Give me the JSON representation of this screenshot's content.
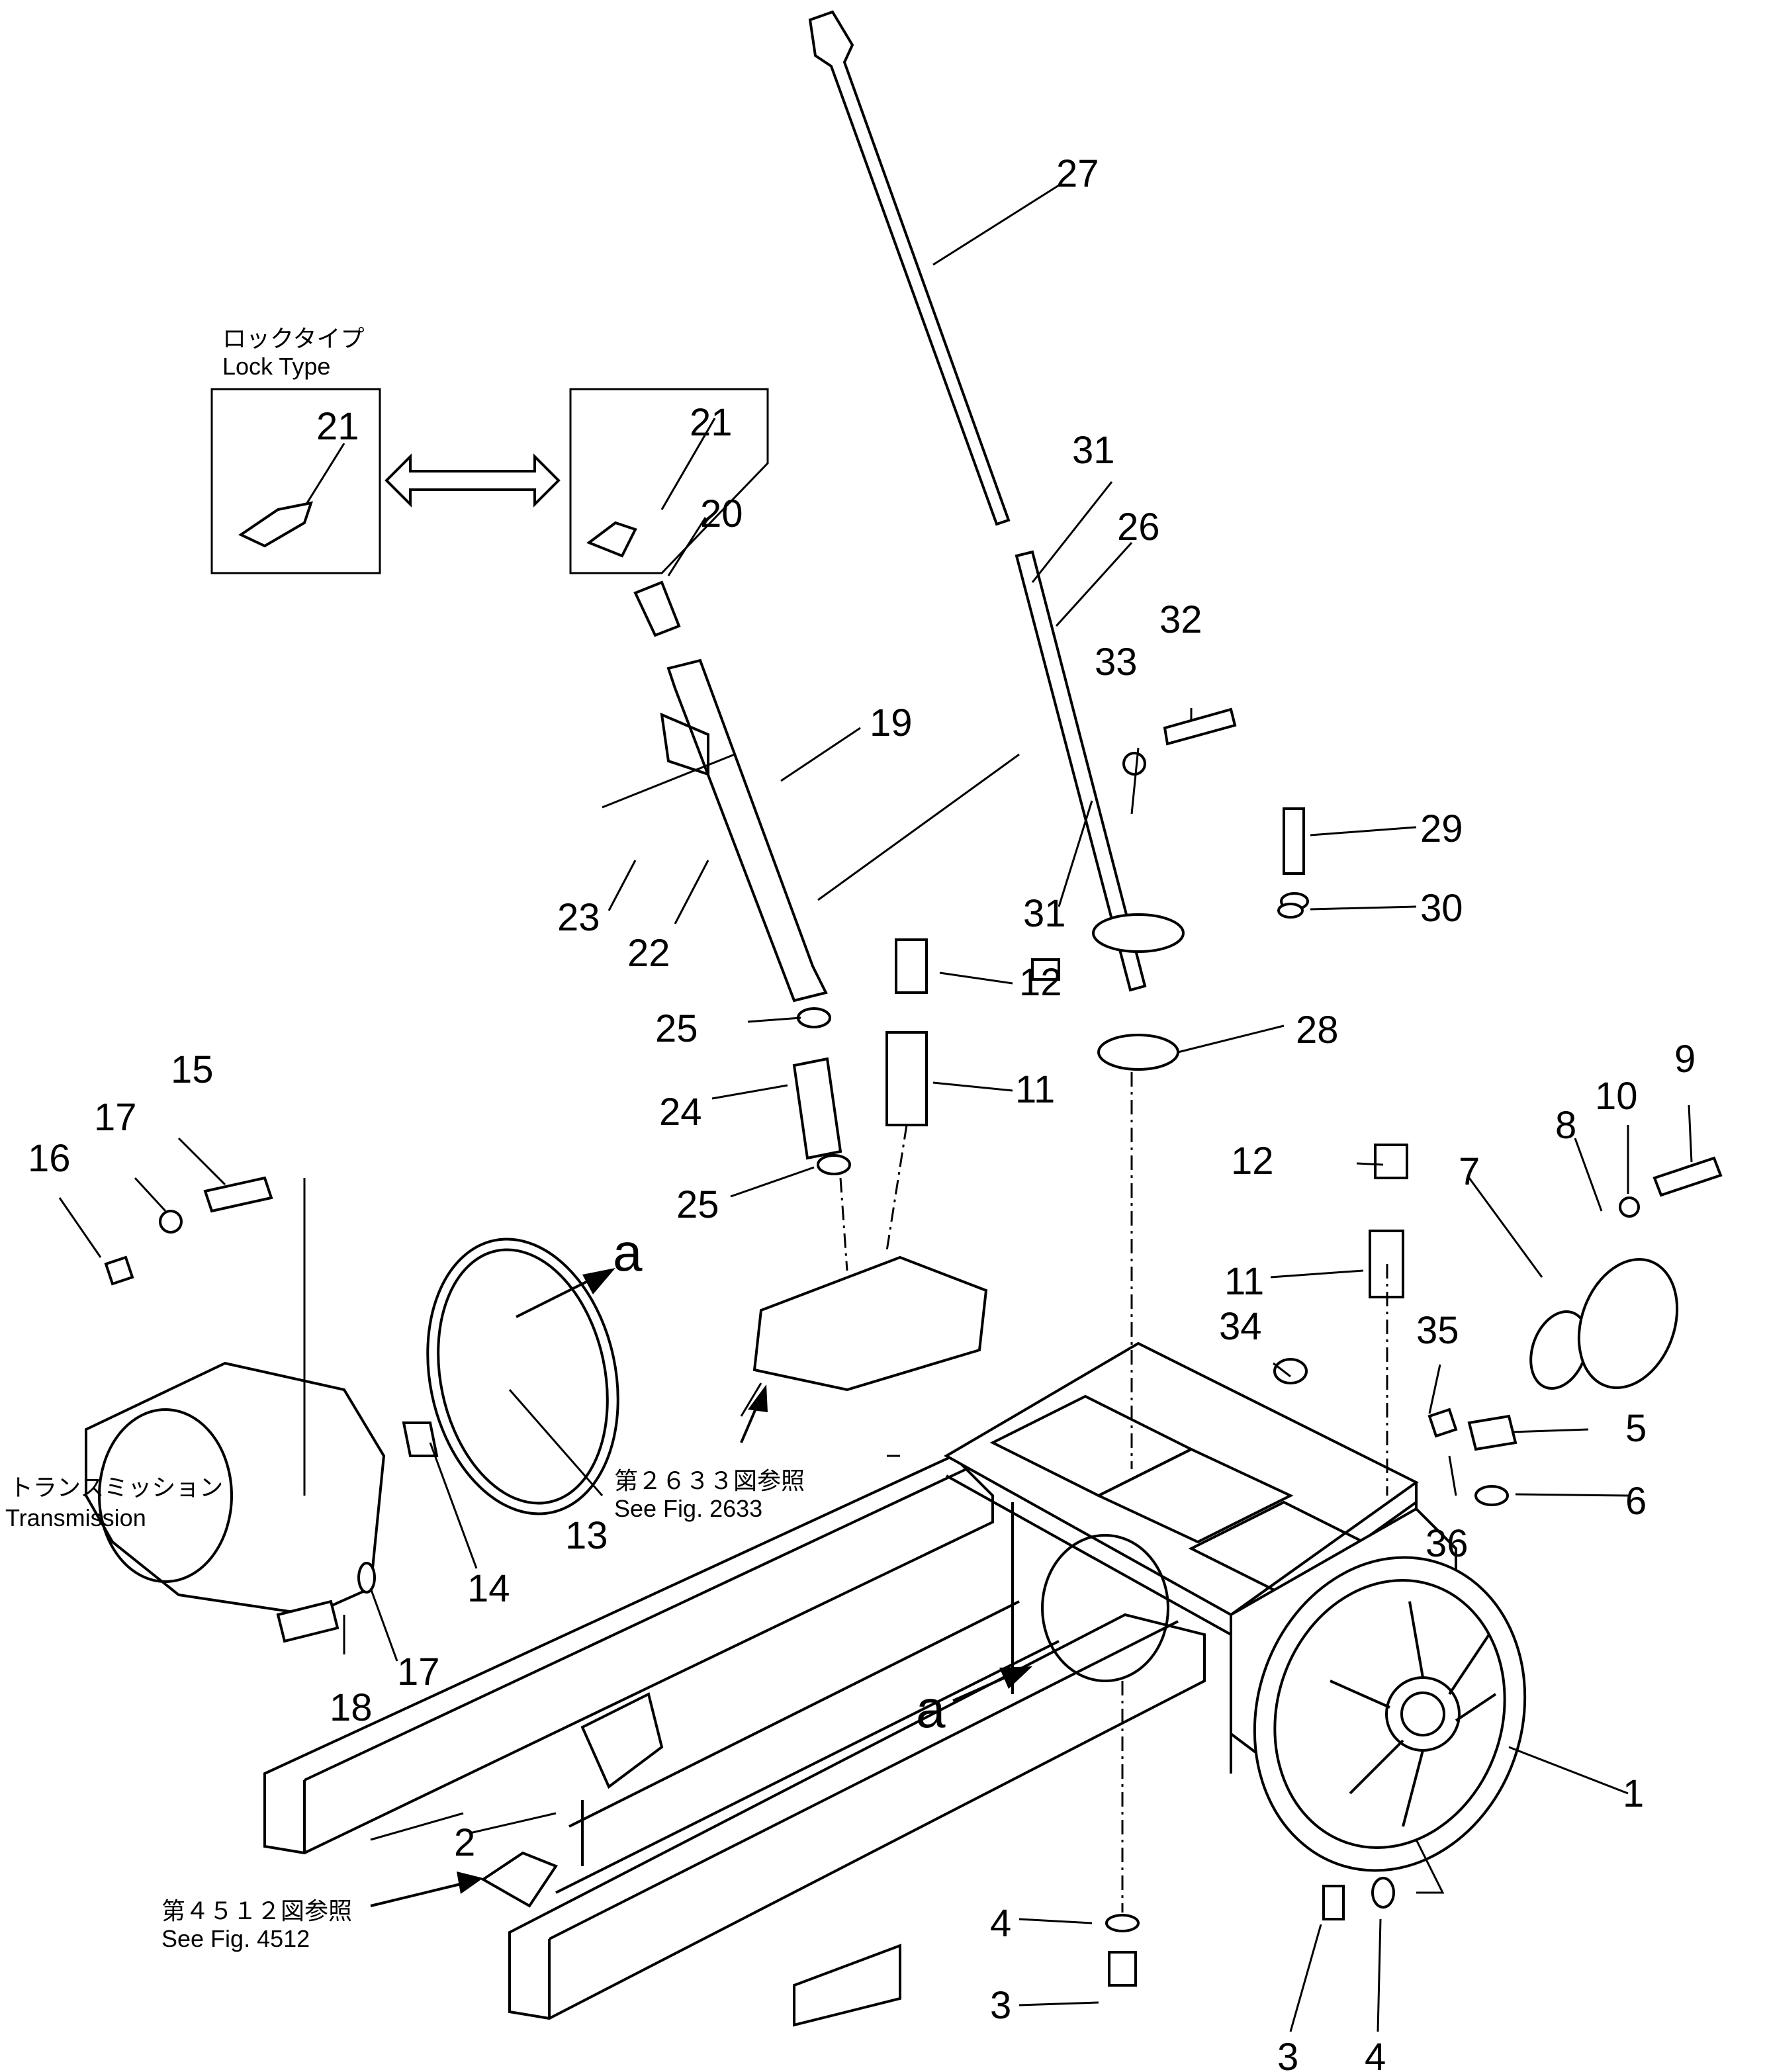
{
  "callouts": [
    "1",
    "2",
    "3",
    "3",
    "4",
    "4",
    "5",
    "6",
    "7",
    "8",
    "9",
    "10",
    "11",
    "11",
    "12",
    "12",
    "13",
    "14",
    "15",
    "16",
    "17",
    "17",
    "18",
    "19",
    "20",
    "21",
    "21",
    "22",
    "23",
    "24",
    "25",
    "25",
    "26",
    "27",
    "28",
    "29",
    "30",
    "31",
    "31",
    "32",
    "33",
    "34",
    "35",
    "36"
  ],
  "view_marker": "a",
  "lock_type": {
    "jp": "ロックタイプ",
    "en": "Lock  Type"
  },
  "transmission": {
    "jp": "トランスミッション",
    "en": "Transmission"
  },
  "ref_2633": {
    "jp": "第２６３３図参照",
    "en": "See  Fig. 2633"
  },
  "ref_4512": {
    "jp": "第４５１２図参照",
    "en": "See  Fig. 4512"
  }
}
